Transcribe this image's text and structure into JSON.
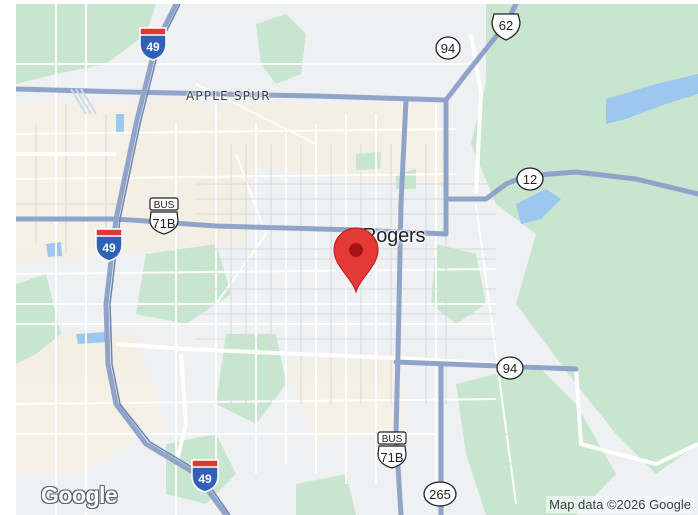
{
  "map": {
    "city": "Rogers",
    "road_label": "APPLE SPUR",
    "attribution": "Map data ©2026 Google",
    "logo": "Google",
    "marker": "map-pin",
    "shields": {
      "i49_top": "49",
      "i49_mid": "49",
      "i49_bottom": "49",
      "hwy94_top": "94",
      "hwy94_right": "94",
      "hwy62": "62",
      "hwy12": "12",
      "hwy265": "265",
      "bus71b_left_bus": "BUS",
      "bus71b_left_num": "71B",
      "bus71b_bottom_bus": "BUS",
      "bus71b_bottom_num": "71B"
    },
    "colors": {
      "land": "#eef0f1",
      "park": "#c8e6cf",
      "urban": "#f5efe3",
      "water": "#9cc8f0",
      "highway": "#8fa4c8",
      "pin": "#e53935"
    }
  }
}
